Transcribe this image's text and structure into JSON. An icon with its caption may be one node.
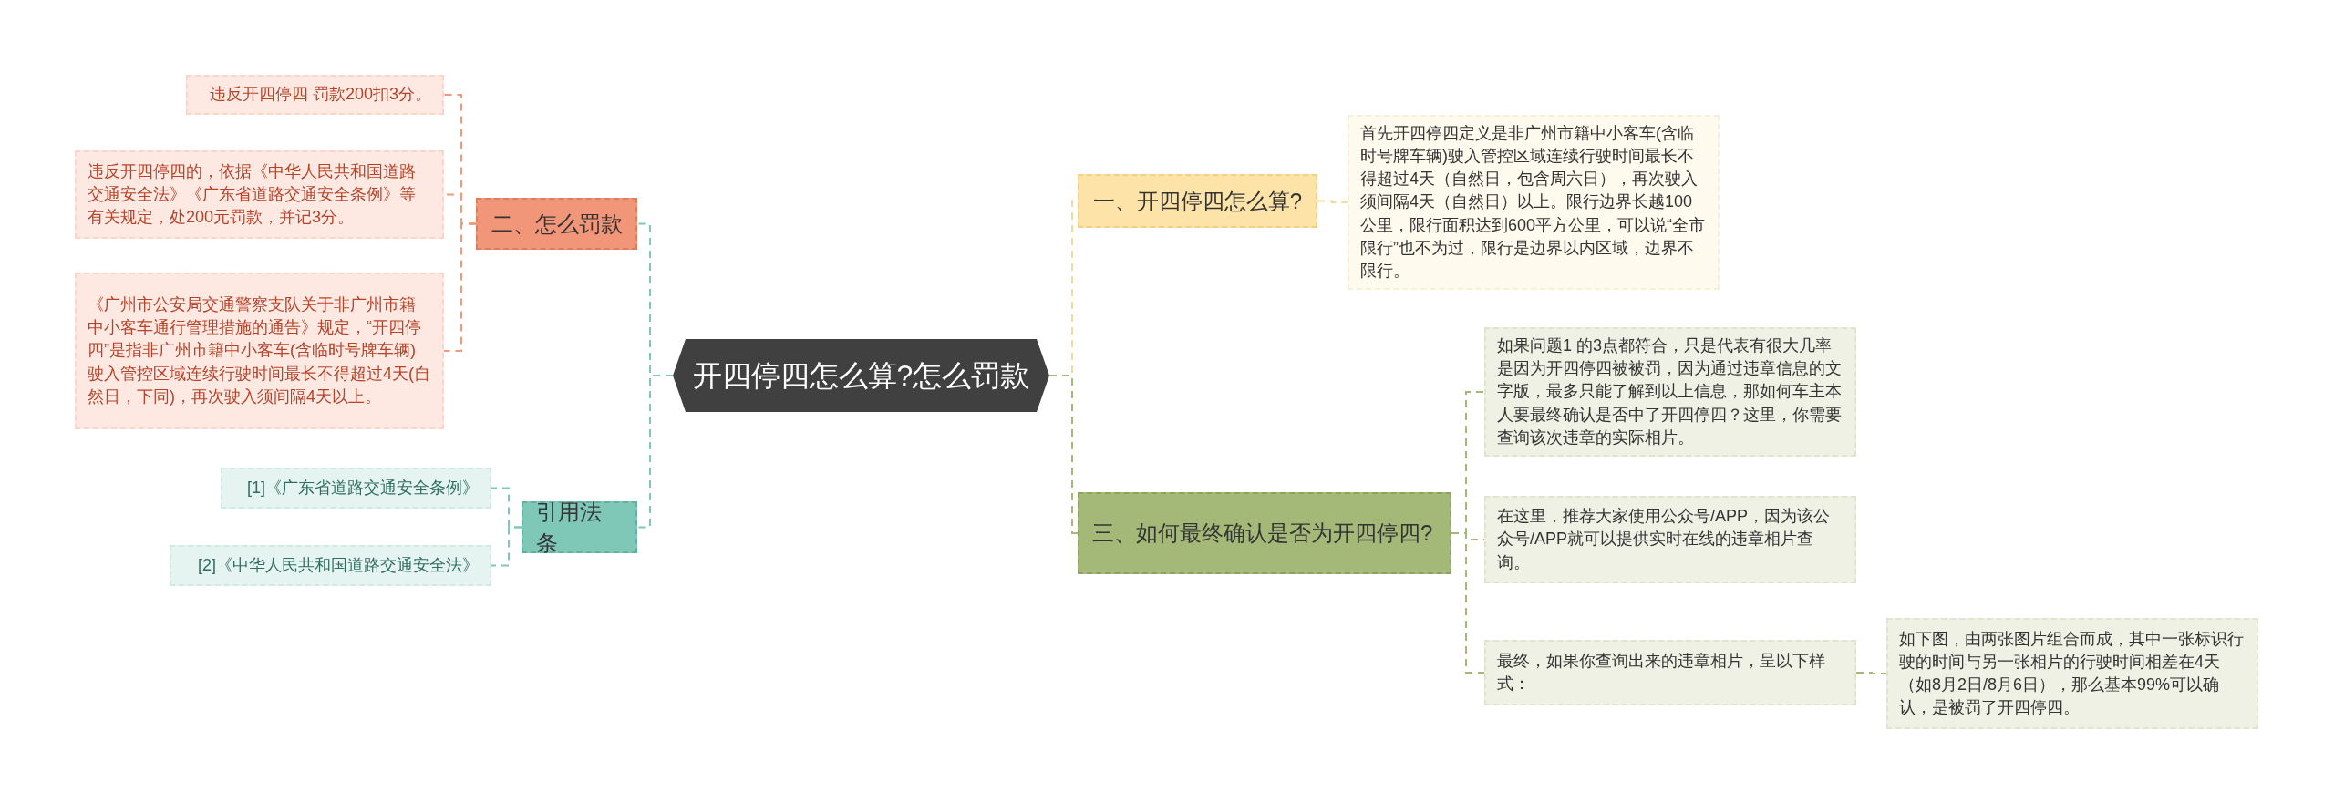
{
  "diagram": {
    "nodes": [
      {
        "text": [
          "开四停四怎么算?怎么罚款"
        ]
      },
      {
        "text": [
          "二、怎么罚款"
        ]
      },
      {
        "text": [
          "违反开四停四 罚款200扣3分。"
        ]
      },
      {
        "text": [
          "违反开四停四的，依据《中华人民共和国道路交通安全法》《广东省道路交通安全条例》等有关规定，处200元罚款，并记3分。"
        ]
      },
      {
        "text": [
          "《广州市公安局交通警察支队关于非广州市籍中小客车通行管理措施的通告》规定，“开四停四”是指非广州市籍中小客车(含临时号牌车辆)驶入管控区域连续行驶时间最长不得超过4天(自然日，下同)，再次驶入须间隔4天以上。"
        ]
      },
      {
        "text": [
          "引用法条"
        ]
      },
      {
        "text": [
          "[1]《广东省道路交通安全条例》"
        ]
      },
      {
        "text": [
          "[2]《中华人民共和国道路交通安全法》"
        ]
      },
      {
        "text": [
          "一、开四停四怎么算?"
        ]
      },
      {
        "text": [
          "首先开四停四定义是非广州市籍中小客车(含临时号牌车辆)驶入管控区域连续行驶时间最长不得超过4天（自然日，包含周六日），再次驶入须间隔4天（自然日）以上。限行边界长越100公里，限行面积达到600平方公里，可以说“全市限行”也不为过，限行是边界以内区域，边界不限行。"
        ]
      },
      {
        "text": [
          "三、如何最终确认是否为开四停四?"
        ]
      },
      {
        "text": [
          "如果问题1 的3点都符合，只是代表有很大几率是因为开四停四被被罚，因为通过违章信息的文字版，最多只能了解到以上信息，那如何车主本人要最终确认是否中了开四停四？这里，你需要查询该次违章的实际相片。"
        ]
      },
      {
        "text": [
          "在这里，推荐大家使用公众号/APP，因为该公众号/APP就可以提供实时在线的违章相片查询。"
        ]
      },
      {
        "text": [
          "最终，如果你查询出来的违章相片，呈以下样式："
        ]
      },
      {
        "text": [
          "如下图，由两张图片组合而成，其中一张标识行驶的时间与另一张相片的行驶时间相差在4天（如8月2日/8月6日），那么基本99%可以确认，是被罚了开四停四。"
        ]
      }
    ],
    "edges": [
      {
        "from": 0,
        "to": 1,
        "arrow": "none",
        "color": "#7fc8b8"
      },
      {
        "from": 1,
        "to": 2,
        "arrow": "none",
        "color": "#ee9a7c"
      },
      {
        "from": 1,
        "to": 3,
        "arrow": "none",
        "color": "#ee9a7c"
      },
      {
        "from": 1,
        "to": 4,
        "arrow": "none",
        "color": "#ee9a7c"
      },
      {
        "from": 0,
        "to": 5,
        "arrow": "none",
        "color": "#7fc8b8"
      },
      {
        "from": 5,
        "to": 6,
        "arrow": "none",
        "color": "#7fc8b8"
      },
      {
        "from": 5,
        "to": 7,
        "arrow": "none",
        "color": "#7fc8b8"
      },
      {
        "from": 0,
        "to": 8,
        "arrow": "none",
        "color": "#f5d89e"
      },
      {
        "from": 8,
        "to": 9,
        "arrow": "none",
        "color": "#f5d89e"
      },
      {
        "from": 0,
        "to": 10,
        "arrow": "none",
        "color": "#a4b977"
      },
      {
        "from": 10,
        "to": 11,
        "arrow": "none",
        "color": "#a4b977"
      },
      {
        "from": 10,
        "to": 12,
        "arrow": "none",
        "color": "#a4b977"
      },
      {
        "from": 10,
        "to": 13,
        "arrow": "none",
        "color": "#a4b977"
      },
      {
        "from": 13,
        "to": 14,
        "arrow": "none",
        "color": "#a4b977"
      }
    ]
  }
}
